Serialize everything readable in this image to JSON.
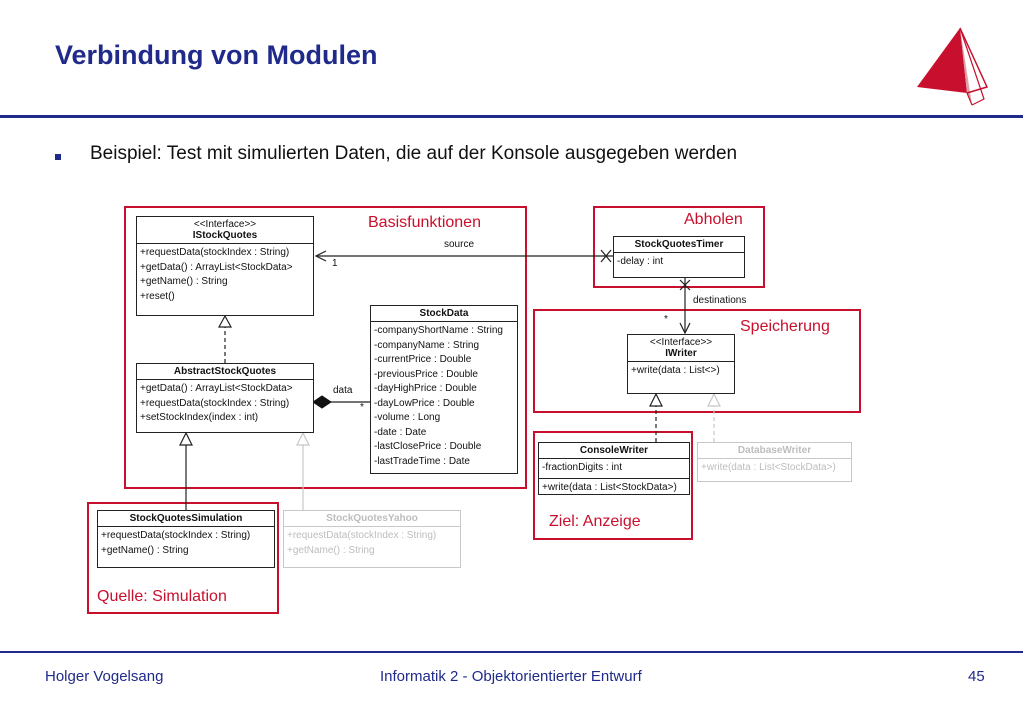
{
  "slide": {
    "title": "Verbindung von Modulen",
    "bullet": "Beispiel: Test mit simulierten Daten, die auf der Konsole ausgegeben werden"
  },
  "logo": {
    "icon": "red-tent-logo",
    "color": "#c8102e"
  },
  "regions": {
    "basis": "Basisfunktionen",
    "abholen": "Abholen",
    "speicherung": "Speicherung",
    "quelle": "Quelle: Simulation",
    "ziel": "Ziel: Anzeige"
  },
  "classes": {
    "istockquotes": {
      "stereotype": "<<Interface>>",
      "name": "IStockQuotes",
      "attributes": [],
      "methods": [
        "+requestData(stockIndex : String)",
        "+getData() : ArrayList<StockData>",
        "+getName() : String",
        "+reset()"
      ]
    },
    "abstractstockquotes": {
      "name": "AbstractStockQuotes",
      "attributes": [],
      "methods": [
        "+getData() : ArrayList<StockData>",
        "+requestData(stockIndex : String)",
        "+setStockIndex(index : int)"
      ]
    },
    "stockdata": {
      "name": "StockData",
      "attributes": [
        "-companyShortName : String",
        "-companyName : String",
        "-currentPrice : Double",
        "-previousPrice : Double",
        "-dayHighPrice : Double",
        "-dayLowPrice : Double",
        "-volume : Long",
        "-date : Date",
        "-lastClosePrice : Double",
        "-lastTradeTime : Date"
      ]
    },
    "stockquotestimer": {
      "name": "StockQuotesTimer",
      "attributes": [
        "-delay : int"
      ]
    },
    "iwriter": {
      "stereotype": "<<Interface>>",
      "name": "IWriter",
      "methods": [
        "+write(data : List<>)"
      ]
    },
    "consolewriter": {
      "name": "ConsoleWriter",
      "attributes": [
        "-fractionDigits : int"
      ],
      "methods": [
        "+write(data : List<StockData>)"
      ]
    },
    "databasewriter": {
      "name": "DatabaseWriter",
      "attributes": [],
      "methods": [
        "+write(data : List<StockData>)"
      ]
    },
    "stockquotessimulation": {
      "name": "StockQuotesSimulation",
      "attributes": [],
      "methods": [
        "+requestData(stockIndex : String)",
        "+getName() : String"
      ]
    },
    "stockquotesyahoo": {
      "name": "StockQuotesYahoo",
      "attributes": [],
      "methods": [
        "+requestData(stockIndex : String)",
        "+getName() : String"
      ]
    }
  },
  "connectors": {
    "source_label": "source",
    "source_mult": "1",
    "data_label": "data",
    "data_mult": "*",
    "destinations_label": "destinations",
    "destinations_mult": "*"
  },
  "footer": {
    "author": "Holger Vogelsang",
    "course": "Informatik 2 - Objektorientierter Entwurf",
    "page": "45"
  }
}
